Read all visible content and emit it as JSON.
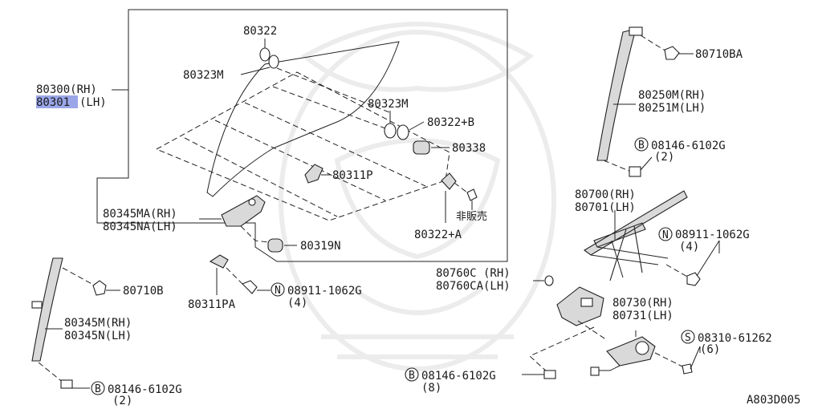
{
  "diagram_code": "A803D005",
  "glass_group": {
    "rh": "80300(RH)",
    "lh_code": "80301",
    "lh_suffix": "(LH)"
  },
  "labels": {
    "p80322": "80322",
    "p80323M_top": "80323M",
    "p80323M_mid": "80323M",
    "p80322B": "80322+B",
    "p80338": "80338",
    "p80311P": "80311P",
    "p80345MA": "80345MA(RH)",
    "p80345NA": "80345NA(LH)",
    "p80319N": "80319N",
    "p80322A": "80322+A",
    "not_sold": "非販売",
    "p80311PA": "80311PA",
    "n08911_mid": "08911-1062G",
    "n08911_mid_qty": "(4)",
    "p80710B": "80710B",
    "p80345M": "80345M(RH)",
    "p80345N": "80345N(LH)",
    "b08146_left": "08146-6102G",
    "b08146_left_qty": "(2)",
    "p80710BA": "80710BA",
    "p80250M": "80250M(RH)",
    "p80251M": "80251M(LH)",
    "b08146_right": "08146-6102G",
    "b08146_right_qty": "(2)",
    "p80700": "80700(RH)",
    "p80701": "80701(LH)",
    "n08911_right": "08911-1062G",
    "n08911_right_qty": "(4)",
    "p80760C": "80760C (RH)",
    "p80760CA": "80760CA(LH)",
    "p80730": "80730(RH)",
    "p80731": "80731(LH)",
    "s08310": "08310-61262",
    "s08310_qty": "(6)",
    "b08146_bottom": "08146-6102G",
    "b08146_bottom_qty": "(8)"
  },
  "symbols": {
    "bolt": "B",
    "nut": "N",
    "screw": "S"
  },
  "colors": {
    "highlight": "#9aa6e8",
    "line": "#222222",
    "watermark": "#ececec"
  }
}
